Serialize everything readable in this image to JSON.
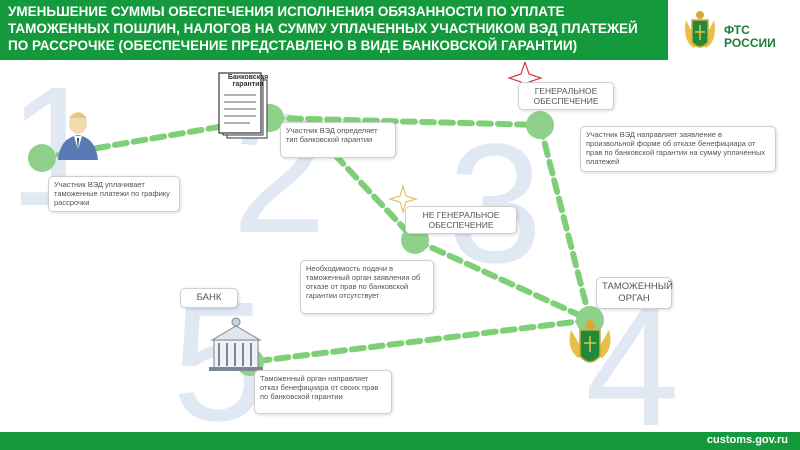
{
  "header": {
    "title": "УМЕНЬШЕНИЕ СУММЫ ОБЕСПЕЧЕНИЯ ИСПОЛНЕНИЯ ОБЯЗАННОСТИ ПО УПЛАТЕ ТАМОЖЕННЫХ ПОШЛИН, НАЛОГОВ НА СУММУ УПЛАЧЕННЫХ УЧАСТНИКОМ ВЭД ПЛАТЕЖЕЙ ПО РАССРОЧКЕ (ОБЕСПЕЧЕНИЕ ПРЕДСТАВЛЕНО В ВИДЕ БАНКОВСКОЙ ГАРАНТИИ)",
    "brand": "ФТС\nРОССИИ"
  },
  "steps": [
    "1",
    "2",
    "3",
    "4",
    "5"
  ],
  "nodes": {
    "participant_pays": "Участник ВЭД уплачивает таможенные платежи по графику рассрочки",
    "participant_defines": "Участник ВЭД определяет тип банковской гарантии",
    "general_title": "ГЕНЕРАЛЬНОЕ ОБЕСПЕЧЕНИЕ",
    "general_desc": "Участник ВЭД направляет заявление в произвольной форме об отказе бенефициара от прав по банковской гарантии на сумму уплаченных платежей",
    "nongeneral_title": "НЕ ГЕНЕРАЛЬНОЕ ОБЕСПЕЧЕНИЕ",
    "nongeneral_desc": "Необходимость подачи в таможенный орган заявления об отказе от прав по банковской гарантии отсутствует",
    "customs_title": "ТАМОЖЕННЫЙ ОРГАН",
    "bank_title": "БАНК",
    "customs_sends": "Таможенный орган направляет отказ бенефициара от своих прав по банковской гарантии"
  },
  "document_label": "Банковская гарантия",
  "footer": {
    "url": "customs.gov.ru"
  },
  "colors": {
    "accent": "#149a3c",
    "path": "#7fcf78",
    "node": "#8fd18a",
    "numeral": "#dde7f2"
  }
}
